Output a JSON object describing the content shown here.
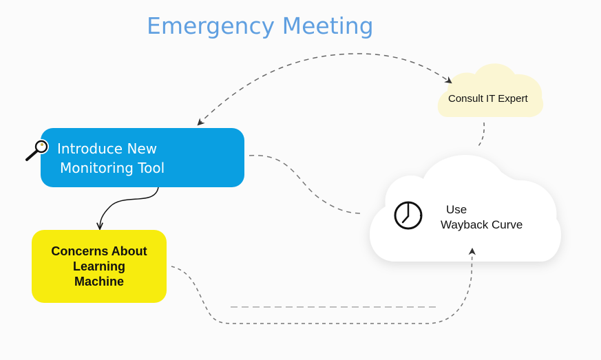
{
  "title": "Emergency Meeting",
  "nodes": {
    "monitoring_tool": {
      "lines": [
        "Introduce New",
        "Monitoring Tool"
      ],
      "color": "#0a9fe1",
      "icon": "magnifier-icon"
    },
    "concerns": {
      "lines": [
        "Concerns About",
        "Learning",
        "Machine"
      ],
      "color": "#f7ec0e"
    },
    "consult_it": {
      "label": "Consult IT Expert",
      "color": "#fbf6d3"
    },
    "wayback": {
      "lines": [
        "Use",
        "Wayback Curve"
      ],
      "color": "#ffffff",
      "icon": "clock-icon"
    }
  },
  "connectors": [
    {
      "from": "consult_it",
      "to": "monitoring_tool",
      "style": "dashed",
      "arrows": "both"
    },
    {
      "from": "monitoring_tool",
      "to": "concerns",
      "style": "solid",
      "arrows": "end"
    },
    {
      "from": "monitoring_tool",
      "to": "wayback",
      "style": "dashed",
      "arrows": "none"
    },
    {
      "from": "consult_it",
      "to": "wayback",
      "style": "dashed",
      "arrows": "none"
    },
    {
      "from": "concerns",
      "to": "wayback",
      "style": "dashed",
      "arrows": "end"
    }
  ]
}
